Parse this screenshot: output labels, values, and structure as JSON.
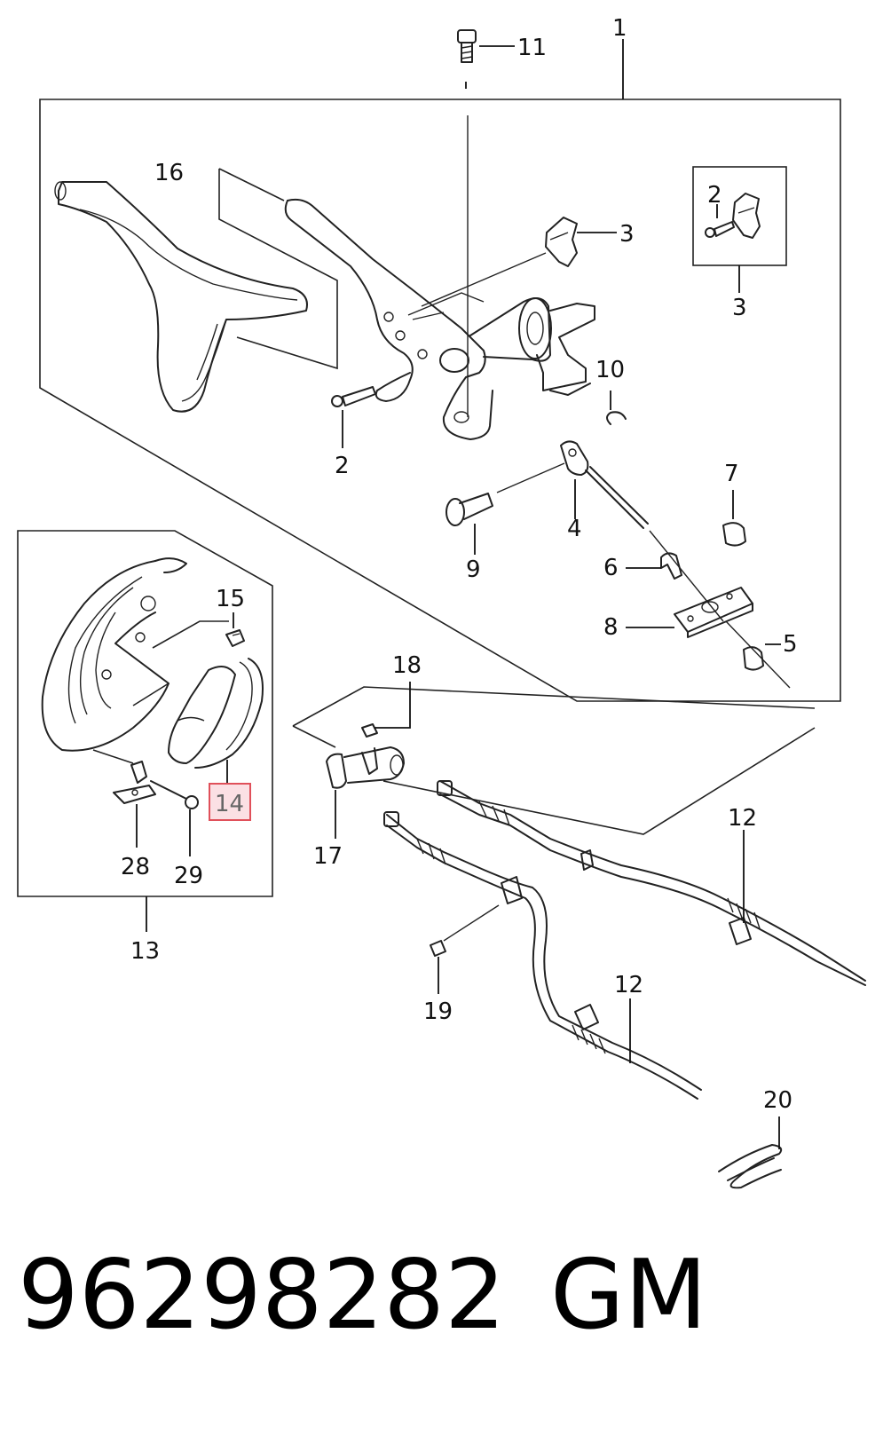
{
  "callouts": {
    "c1": "1",
    "c2a": "2",
    "c2b": "2",
    "c3a": "3",
    "c3b": "3",
    "c4": "4",
    "c5": "5",
    "c6": "6",
    "c7": "7",
    "c8": "8",
    "c9": "9",
    "c10": "10",
    "c11": "11",
    "c12a": "12",
    "c12b": "12",
    "c13": "13",
    "c14": "14",
    "c15": "15",
    "c16": "16",
    "c17": "17",
    "c18": "18",
    "c19": "19",
    "c20": "20",
    "c28": "28",
    "c29": "29"
  },
  "highlight": {
    "callout": "14",
    "color": "#e0505a",
    "fill": "#fbe0e4"
  },
  "caption": {
    "part_number": "96298282",
    "brand": "GM"
  }
}
